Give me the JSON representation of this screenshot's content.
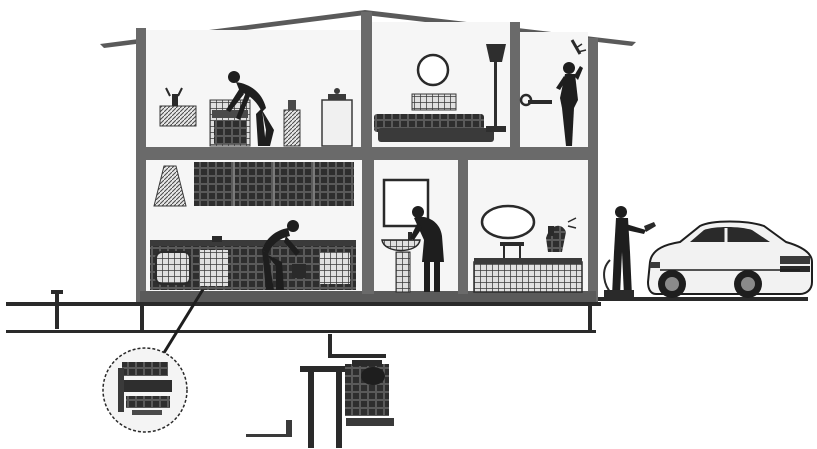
{
  "figure": {
    "kind": "house-water-usage-illustration",
    "palette": {
      "background": "#ffffff",
      "ink": "#1e1e1e",
      "wall": "#6a6a6a",
      "wall_dark": "#4a4a4a",
      "room_fill": "#f4f4f4",
      "hatch": "#3a3a3a",
      "pipe": "#2a2a2a",
      "car_body": "#f2f2f2"
    },
    "rooms": [
      "laundry-room",
      "bedroom",
      "shower-room",
      "kitchen",
      "washroom",
      "bathroom"
    ],
    "figures": [
      "person-loading-washer",
      "person-at-kitchen-sink",
      "person-washing-at-basin",
      "person-showering",
      "person-washing-car"
    ],
    "details": [
      "underground-pump",
      "magnified-pipe-detail",
      "car"
    ]
  }
}
